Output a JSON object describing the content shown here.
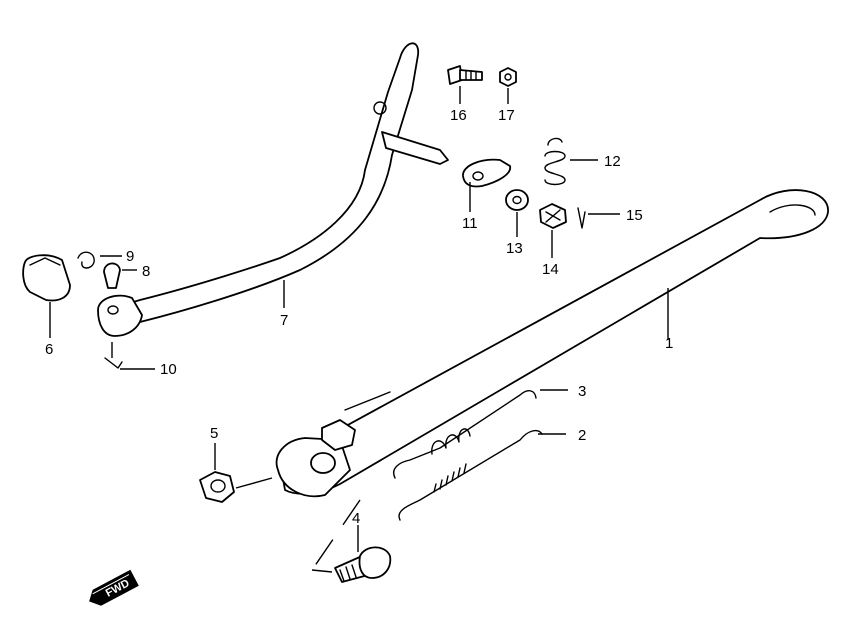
{
  "callouts": {
    "1": "1",
    "2": "2",
    "3": "3",
    "4": "4",
    "5": "5",
    "6": "6",
    "7": "7",
    "8": "8",
    "9": "9",
    "10": "10",
    "11": "11",
    "12": "12",
    "13": "13",
    "14": "14",
    "15": "15",
    "16": "16",
    "17": "17"
  },
  "fwd_label": "FWD",
  "colors": {
    "line": "#000000",
    "background": "#ffffff"
  }
}
